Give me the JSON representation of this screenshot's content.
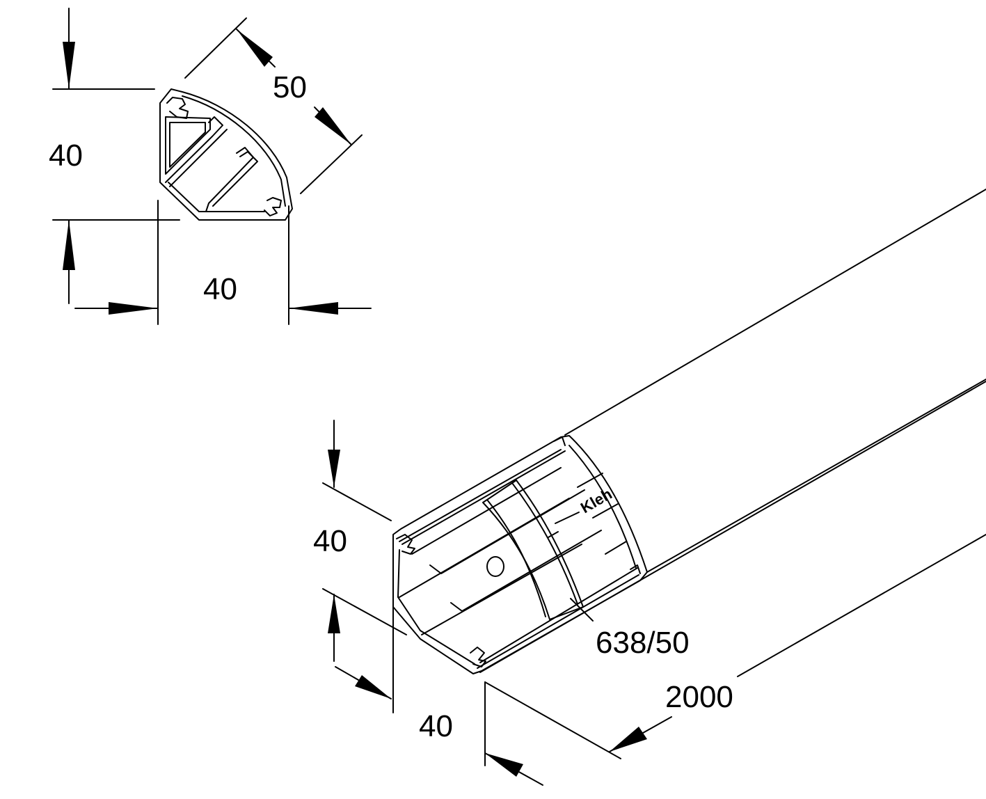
{
  "drawing": {
    "stroke_color": "#000000",
    "background": "#ffffff"
  },
  "cross_section": {
    "height_label": "40",
    "width_label": "40",
    "diagonal_label": "50"
  },
  "isometric_view": {
    "height_label": "40",
    "width_label": "40",
    "length_label": "2000",
    "part_label": "638/50",
    "brand_text": "Kleh"
  }
}
